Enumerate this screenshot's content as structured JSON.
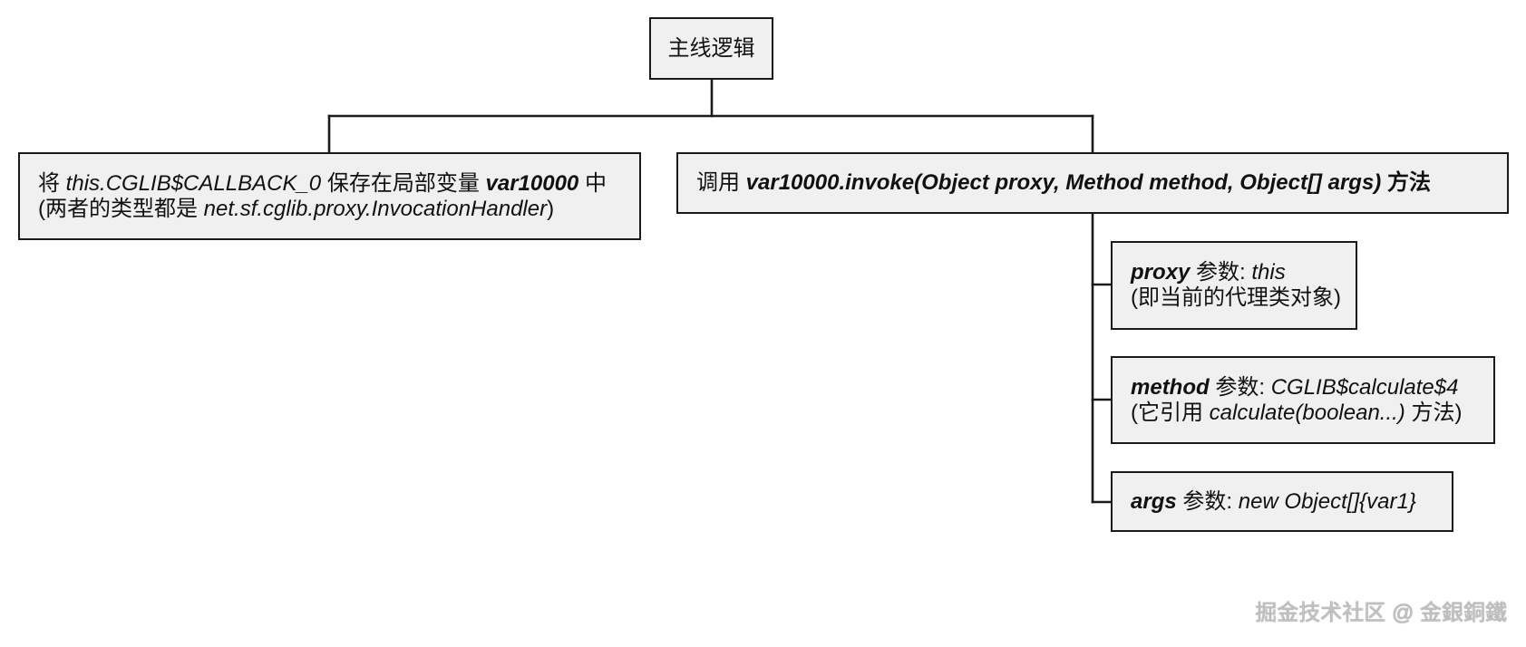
{
  "root": {
    "label": "主线逻辑"
  },
  "store_node": {
    "line1": {
      "t1": "将 ",
      "t2": "this.CGLIB$CALLBACK_0",
      "t3": " 保存在局部变量 ",
      "t4": "var10000",
      "t5": " 中"
    },
    "line2": {
      "t1": "(两者的类型都是 ",
      "t2": "net.sf.cglib.proxy.InvocationHandler",
      "t3": ")"
    }
  },
  "invoke_node": {
    "t1": "调用 ",
    "t2": "var10000.invoke(Object proxy, Method method, Object[] args)",
    "t3": " 方法"
  },
  "params": [
    {
      "name": "proxy",
      "label": " 参数: ",
      "value": "this",
      "note": {
        "t1": "(即当前的代理类对象)"
      }
    },
    {
      "name": "method",
      "label": " 参数: ",
      "value": "CGLIB$calculate$4",
      "note": {
        "t1": "(它引用 ",
        "t2": "calculate(boolean...)",
        "t3": " 方法)"
      }
    },
    {
      "name": "args",
      "label": " 参数: ",
      "value": "new Object[]{var1}"
    }
  ],
  "watermark": "掘金技术社区 @ 金銀銅鐵"
}
